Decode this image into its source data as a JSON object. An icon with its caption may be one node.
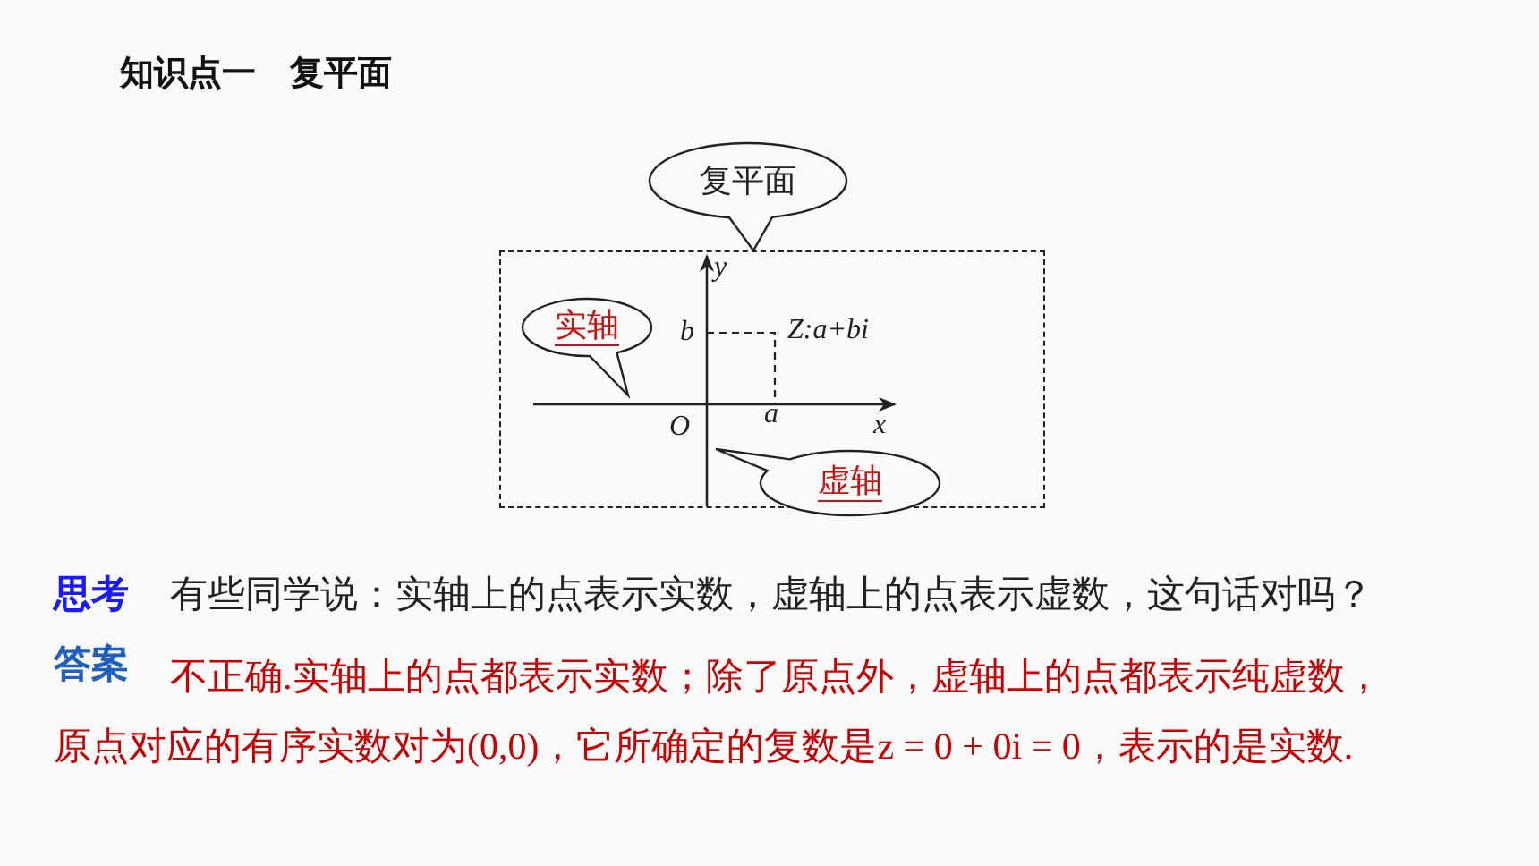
{
  "diagram": {
    "title": "知识点一　复平面",
    "nodes": [
      {
        "text": [
          "复平面"
        ]
      },
      {
        "text": [],
        "shape": "box"
      },
      {
        "text": [
          "实轴"
        ],
        "in": 1
      },
      {
        "text": [
          "虚轴"
        ]
      }
    ],
    "edges": [],
    "labels": [
      "y",
      "b",
      "Z:a+bi",
      "O",
      "a",
      "x",
      "思考",
      "有些同学说：实轴上的点表示实数，虚轴上的点表示虚数，这句话对吗？",
      "答案",
      "不正确.实轴上的点都表示实数；除了原点外，虚轴上的点都表示纯虚数，原点对应的有序实数对为(0,0)，它所确定的复数是z = 0 + 0i = 0，表示的是实数."
    ]
  }
}
